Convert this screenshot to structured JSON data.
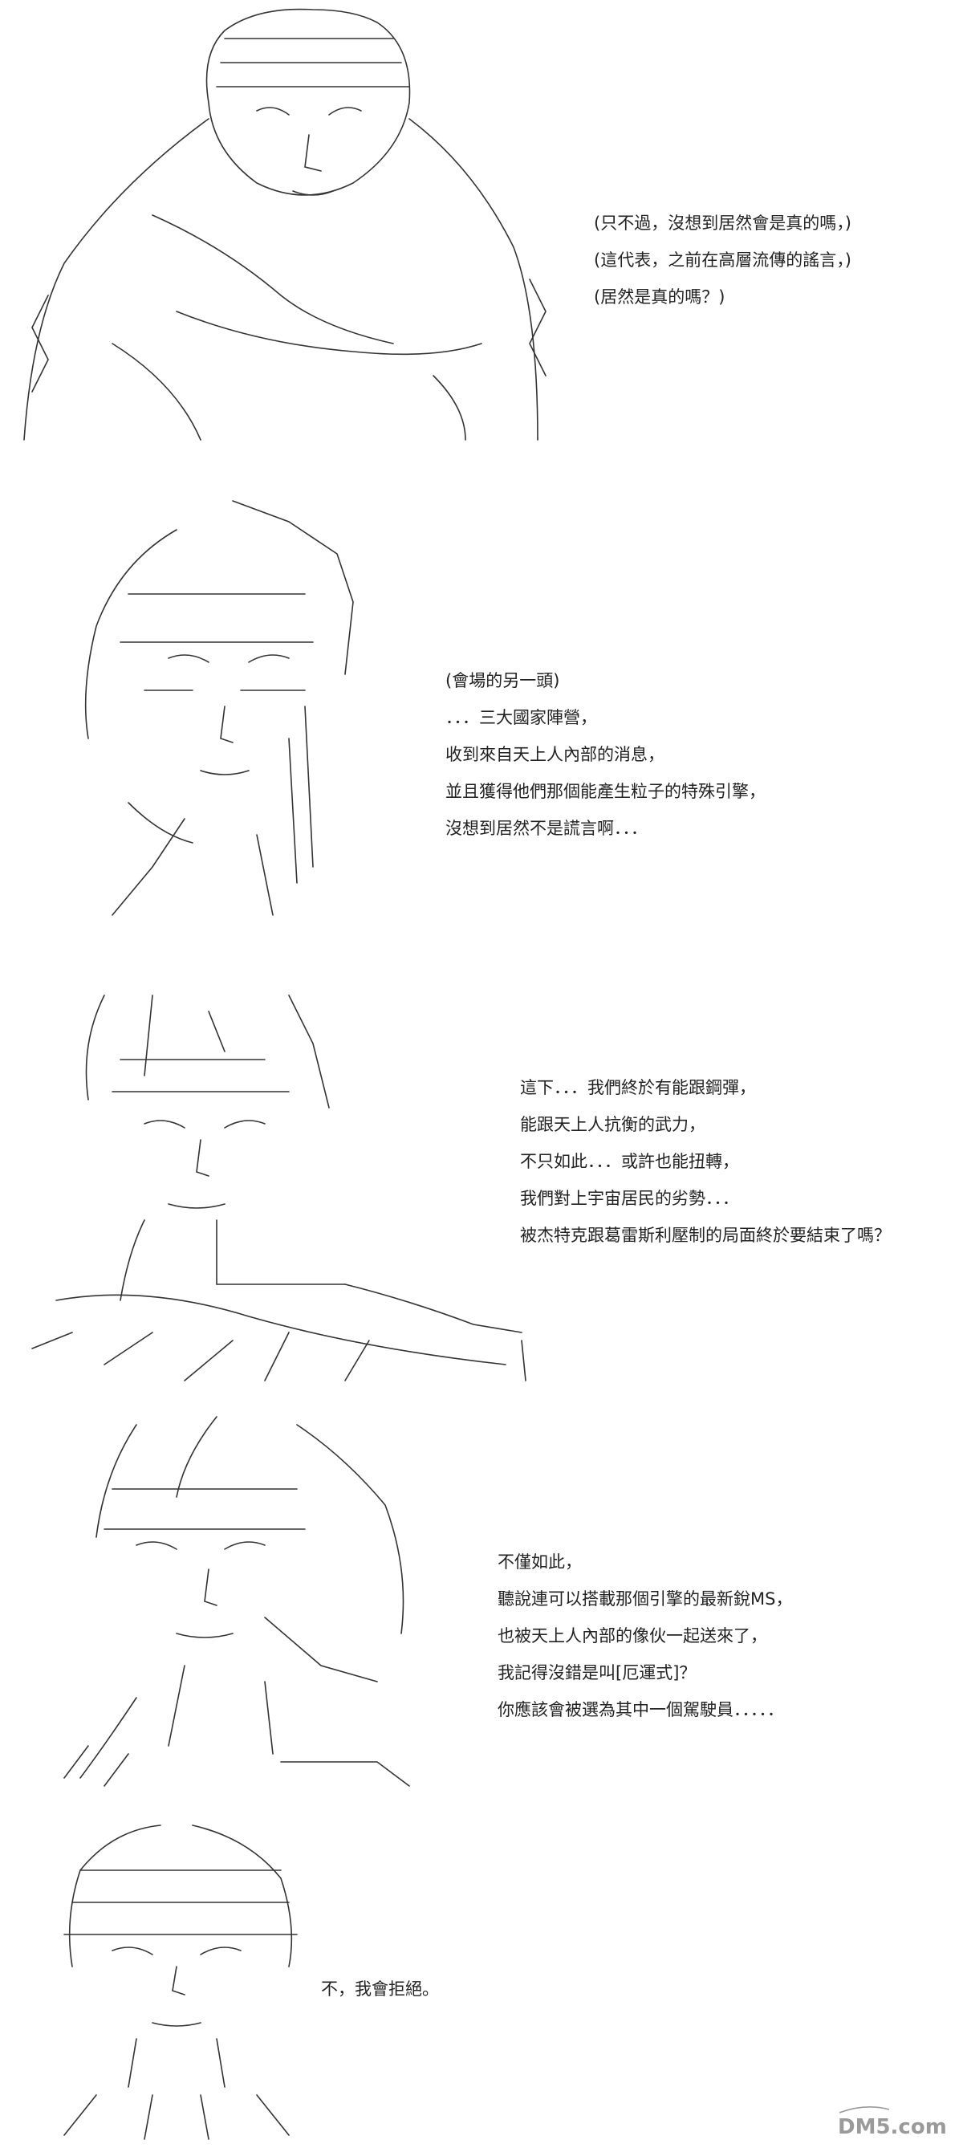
{
  "panels": [
    {
      "lines": [
        "(只不過，沒想到居然會是真的嗎，)",
        "(這代表，之前在高層流傳的謠言，)",
        "(居然是真的嗎？)"
      ]
    },
    {
      "lines": [
        "(會場的另一頭)",
        "．．．三大國家陣營，",
        "收到來自天上人內部的消息，",
        "並且獲得他們那個能產生粒子的特殊引擎，",
        "沒想到居然不是謊言啊．．．"
      ]
    },
    {
      "lines": [
        "這下．．．我們終於有能跟鋼彈，",
        "能跟天上人抗衡的武力，",
        "不只如此．．．或許也能扭轉，",
        "我們對上宇宙居民的劣勢．．．",
        "被杰特克跟葛雷斯利壓制的局面終於要結束了嗎？"
      ]
    },
    {
      "lines": [
        "不僅如此，",
        "聽說連可以搭載那個引擎的最新銳MS，",
        "也被天上人內部的像伙一起送來了，",
        "我記得沒錯是叫[厄運式]？",
        "你應該會被選為其中一個駕駛員．．．．．"
      ]
    },
    {
      "lines": [
        "不，我會拒絕。"
      ]
    }
  ],
  "watermark": {
    "text": "DM5.com"
  },
  "colors": {
    "background": "#ffffff",
    "text": "#222222",
    "art_stroke": "#333333",
    "watermark": "#9a9a9a"
  }
}
